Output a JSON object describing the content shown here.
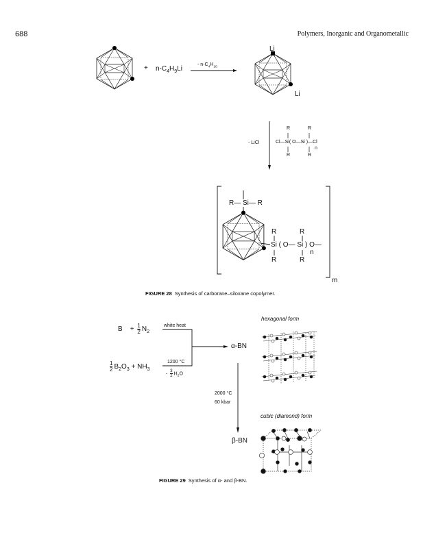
{
  "header": {
    "page_number": "688",
    "running_title": "Polymers, Inorganic and Organometallic"
  },
  "figure28": {
    "plus": "+",
    "reagent": "n-C",
    "reagent_sub1": "4",
    "reagent_mid": "H",
    "reagent_sub2": "9",
    "reagent_end": "Li",
    "arrow_label": "- n-C",
    "arrow_label_sub1": "4",
    "arrow_label_mid": "H",
    "arrow_label_sub2": "10",
    "li_top": "Li",
    "li_side": "Li",
    "licl": "- LiCl",
    "siloxane": {
      "cl_left": "Cl—Si",
      "paren": "( O—Si )",
      "cl_right": "—Cl",
      "n": "n",
      "r": "R"
    },
    "polymer": {
      "top": "R— Si— R",
      "chain": "Si ( O— Si ) O—",
      "n": "n",
      "m": "m",
      "r": "R"
    },
    "caption_label": "FIGURE 28",
    "caption_text": "Synthesis of carborane–siloxane copolymer."
  },
  "figure29": {
    "eq1_b": "B",
    "eq1_plus": "+",
    "half_num": "1",
    "half_den": "2",
    "eq1_n": "N",
    "eq1_n_sub": "2",
    "white_heat": "white heat",
    "eq2_b": "B",
    "eq2_b_sub": "2",
    "eq2_o": "O",
    "eq2_o_sub": "3",
    "eq2_plus": "+",
    "eq2_nh": "NH",
    "eq2_nh_sub": "3",
    "temp1": "1200 °C",
    "water_minus": "-",
    "water_num": "3",
    "water_den": "2",
    "water": "H",
    "water_sub": "2",
    "water_o": "O",
    "alpha_bn": "α-BN",
    "temp2": "2000 °C",
    "pressure": "60 kbar",
    "beta_bn": "β-BN",
    "hex_label": "hexagonal form",
    "cubic_label": "cubic (diamond) form",
    "caption_label": "FIGURE 29",
    "caption_text": "Synthesis of α- and β-BN."
  }
}
